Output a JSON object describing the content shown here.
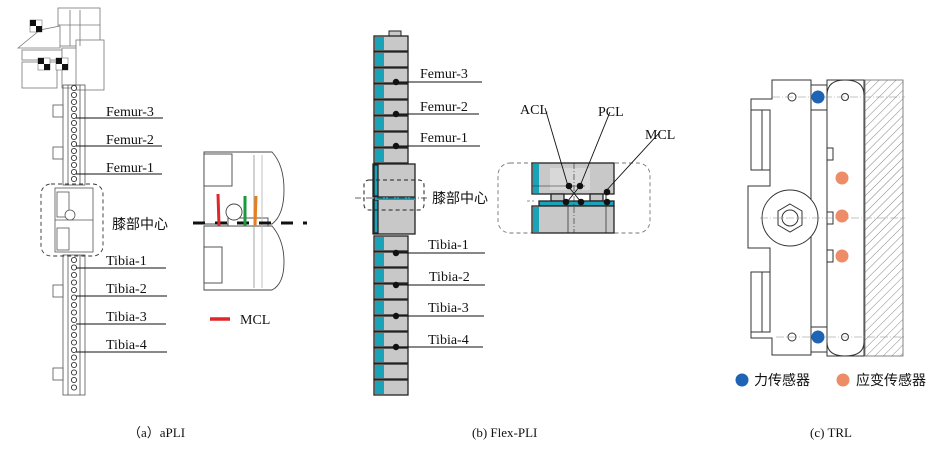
{
  "figure": {
    "panels": [
      {
        "id": "a",
        "caption": "（a）aPLI",
        "sensor_labels": [
          "Femur-3",
          "Femur-2",
          "Femur-1",
          "Tibia-1",
          "Tibia-2",
          "Tibia-3",
          "Tibia-4"
        ],
        "knee_label": "膝部中心",
        "legend": {
          "label": "MCL",
          "color": "#e0262b"
        },
        "ligament_colors": {
          "mcl": "#e0262b",
          "acl": "#1a9a3c",
          "pcl": "#e67e22"
        }
      },
      {
        "id": "b",
        "caption": "(b) Flex-PLI",
        "sensor_labels": [
          "Femur-3",
          "Femur-2",
          "Femur-1",
          "Tibia-1",
          "Tibia-2",
          "Tibia-3",
          "Tibia-4"
        ],
        "knee_label": "膝部中心",
        "ligament_labels": [
          "ACL",
          "PCL",
          "MCL"
        ],
        "segment_accent": "#1aa3b8",
        "segment_fill": "#c8c8c8"
      },
      {
        "id": "c",
        "caption": "(c) TRL",
        "legend": [
          {
            "label": "力传感器",
            "color": "#1f63b5"
          },
          {
            "label": "应变传感器",
            "color": "#ef8c68"
          }
        ]
      }
    ]
  }
}
